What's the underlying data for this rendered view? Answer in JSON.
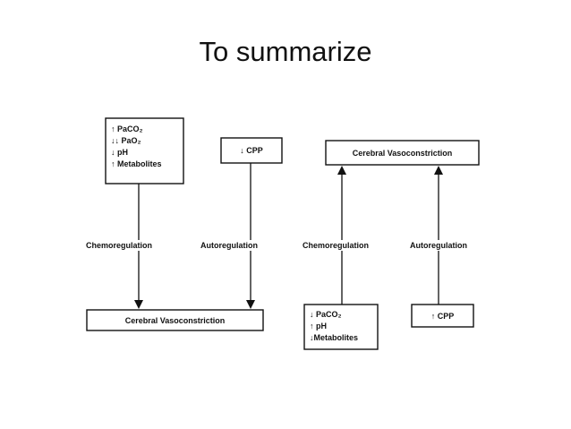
{
  "slide": {
    "title": "To summarize"
  },
  "left": {
    "top_box": [
      "↑ PaCO₂",
      "↓↓ PaO₂",
      "↓ pH",
      "↑ Metabolites"
    ],
    "cpp_box": "↓ CPP",
    "label_chemo": "Chemoregulation",
    "label_auto": "Autoregulation",
    "result_box": "Cerebral Vasoconstriction"
  },
  "right": {
    "result_box": "Cerebral Vasoconstriction",
    "label_chemo": "Chemoregulation",
    "label_auto": "Autoregulation",
    "bottom_box": [
      "↓ PaCO₂",
      "↑ pH",
      "↓Metabolites"
    ],
    "cpp_box": "↑ CPP"
  }
}
